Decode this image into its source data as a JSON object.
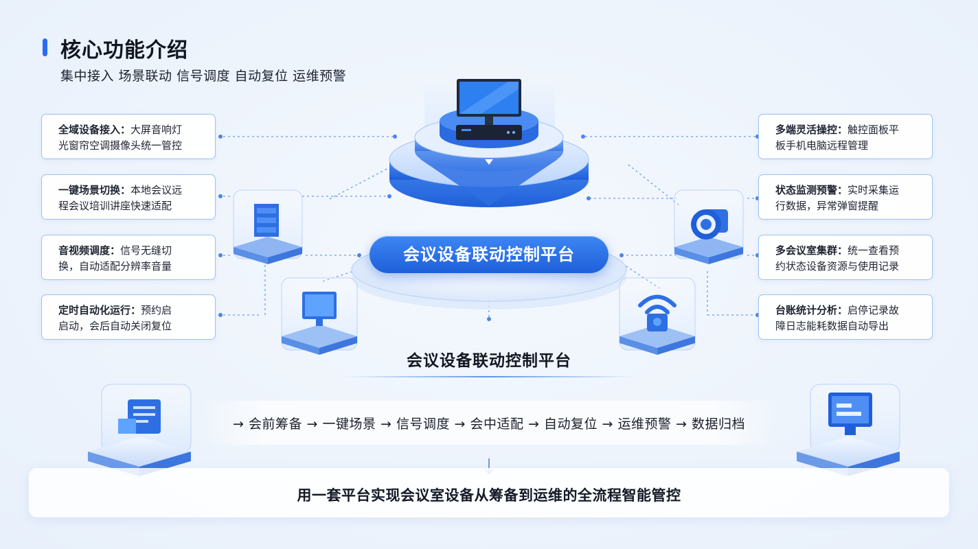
{
  "header": {
    "title": "核心功能介绍",
    "subtitle": "集中接入 场景联动 信号调度 自动复位 运维预警"
  },
  "left_cards": [
    {
      "title": "全域设备接入：",
      "desc": "大屏音响灯\n光窗帘空调摄像头统一管控"
    },
    {
      "title": "一键场景切换：",
      "desc": "本地会议远\n程会议培训讲座快速适配"
    },
    {
      "title": "音视频调度：",
      "desc": "信号无缝切\n换，自动适配分辨率音量"
    },
    {
      "title": "定时自动化运行：",
      "desc": "预约启\n启动，会后自动关闭复位"
    }
  ],
  "right_cards": [
    {
      "title": "多端灵活操控：",
      "desc": "触控面板平\n板手机电脑远程管理"
    },
    {
      "title": "状态监测预警：",
      "desc": "实时采集运\n行数据，异常弹窗提醒"
    },
    {
      "title": "多会议室集群：",
      "desc": "统一查看预\n约状态设备资源与使用记录"
    },
    {
      "title": "台账统计分析：",
      "desc": "启停记录故\n障日志能耗数据自动导出"
    }
  ],
  "platform": {
    "badge": "会议设备联动控制平台",
    "caption": "会议设备联动控制平台"
  },
  "flow": {
    "text": "→ 会前筹备 → 一键场景 → 信号调度 → 会中适配 → 自动复位 → 运维预警 → 数据归档"
  },
  "summary": "用一套平台实现会议室设备从筹备到运维的全流程智能管控",
  "colors": {
    "accent": "#2b6cf0",
    "card_border": "#9fc0ef",
    "badge_top": "#3d86f4",
    "badge_bottom": "#1f5fd9",
    "connector": "#6b9de8"
  }
}
